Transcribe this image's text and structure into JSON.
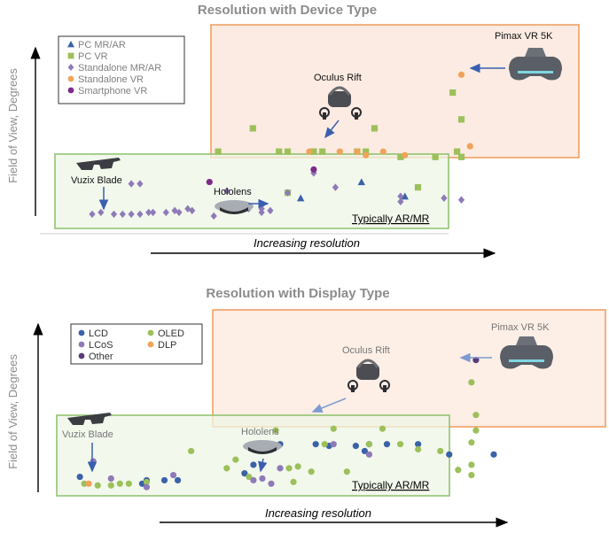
{
  "chart_data": [
    {
      "type": "scatter",
      "title": "Resolution with Device Type",
      "ylabel": "Field of View, Degrees",
      "xlabel": "Increasing resolution",
      "grid": false,
      "legend_position": "top-left",
      "colors": {
        "PC MR/AR": "#3a62a8",
        "PC VR": "#9cc05a",
        "Standalone MR/AR": "#8f7ab8",
        "Standalone VR": "#f0a35a",
        "Smartphone VR": "#7d2b8c"
      },
      "series": [
        {
          "name": "PC MR/AR",
          "marker": "triangle",
          "points": [
            [
              72,
              22
            ],
            [
              58,
              13
            ],
            [
              82,
              14
            ]
          ]
        },
        {
          "name": "PC VR",
          "marker": "square",
          "points": [
            [
              47,
              52
            ],
            [
              39,
              39
            ],
            [
              53,
              39
            ],
            [
              55,
              39
            ],
            [
              61,
              39
            ],
            [
              63,
              39
            ],
            [
              71,
              39
            ],
            [
              73,
              39
            ],
            [
              75,
              52
            ],
            [
              81,
              36
            ],
            [
              89,
              36
            ],
            [
              94,
              39
            ],
            [
              95,
              36
            ],
            [
              95,
              57
            ],
            [
              93,
              72
            ],
            [
              61,
              39
            ],
            [
              85,
              19
            ],
            [
              55,
              16
            ]
          ]
        },
        {
          "name": "Standalone MR/AR",
          "marker": "diamond",
          "points": [
            [
              10,
              4
            ],
            [
              12,
              5
            ],
            [
              15,
              4
            ],
            [
              17,
              4
            ],
            [
              19,
              4
            ],
            [
              21,
              4
            ],
            [
              23,
              5
            ],
            [
              24,
              5
            ],
            [
              27,
              5
            ],
            [
              29,
              6
            ],
            [
              33,
              6
            ],
            [
              38,
              3
            ],
            [
              46,
              7
            ],
            [
              49,
              9
            ],
            [
              49,
              7
            ],
            [
              49,
              5
            ],
            [
              51,
              6
            ],
            [
              55,
              16
            ],
            [
              61,
              27
            ],
            [
              66,
              19
            ],
            [
              81,
              11
            ],
            [
              81,
              14
            ],
            [
              91,
              13
            ],
            [
              95,
              12
            ],
            [
              19,
              21
            ],
            [
              21,
              21
            ],
            [
              41,
              17
            ],
            [
              41,
              8
            ],
            [
              32,
              7
            ],
            [
              30,
              5
            ]
          ]
        },
        {
          "name": "Standalone VR",
          "marker": "circle",
          "points": [
            [
              60,
              39
            ],
            [
              67,
              39
            ],
            [
              71,
              39
            ],
            [
              73,
              37
            ],
            [
              77,
              39
            ],
            [
              82,
              37
            ],
            [
              97,
              42
            ],
            [
              95,
              82
            ]
          ]
        },
        {
          "name": "Smartphone VR",
          "marker": "circle",
          "points": [
            [
              37,
              22
            ],
            [
              61,
              29
            ]
          ]
        }
      ],
      "annotations": [
        "Pimax VR 5K",
        "Oculus Rift",
        "Vuzix Blade",
        "Hololens",
        "Typically AR/MR"
      ]
    },
    {
      "type": "scatter",
      "title": "Resolution with Display Type",
      "ylabel": "Field of View, Degrees",
      "xlabel": "Increasing resolution",
      "grid": false,
      "legend_position": "top-left",
      "colors": {
        "LCD": "#3a62a8",
        "OLED": "#9cc05a",
        "LCoS": "#8f7ab8",
        "DLP": "#f0a35a",
        "Other": "#5a3a78"
      },
      "series": [
        {
          "name": "LCD",
          "points": [
            [
              6,
              9
            ],
            [
              20,
              5
            ],
            [
              21,
              7
            ],
            [
              25,
              7
            ],
            [
              28,
              7
            ],
            [
              43,
              11
            ],
            [
              45,
              16
            ],
            [
              51,
              28
            ],
            [
              59,
              28
            ],
            [
              62,
              27
            ],
            [
              68,
              27
            ],
            [
              70,
              24
            ],
            [
              71,
              28
            ],
            [
              75,
              28
            ],
            [
              82,
              28
            ],
            [
              89,
              22
            ],
            [
              99,
              22
            ]
          ]
        },
        {
          "name": "OLED",
          "points": [
            [
              7,
              5
            ],
            [
              10,
              4
            ],
            [
              13,
              4
            ],
            [
              15,
              5
            ],
            [
              17,
              5
            ],
            [
              21,
              6
            ],
            [
              31,
              24
            ],
            [
              41,
              19
            ],
            [
              45,
              28
            ],
            [
              50,
              36
            ],
            [
              55,
              15
            ],
            [
              58,
              12
            ],
            [
              61,
              28
            ],
            [
              63,
              37
            ],
            [
              66,
              12
            ],
            [
              71,
              28
            ],
            [
              74,
              37
            ],
            [
              78,
              28
            ],
            [
              82,
              25
            ],
            [
              87,
              24
            ],
            [
              91,
              13
            ],
            [
              94,
              10
            ],
            [
              94,
              16
            ],
            [
              94,
              29
            ],
            [
              95,
              36
            ],
            [
              95,
              45
            ],
            [
              94,
              64
            ],
            [
              54,
              6
            ],
            [
              44,
              9
            ],
            [
              53,
              14
            ],
            [
              39,
              14
            ]
          ]
        },
        {
          "name": "LCoS",
          "points": [
            [
              9,
              18
            ],
            [
              13,
              8
            ],
            [
              21,
              3
            ],
            [
              27,
              10
            ],
            [
              45,
              7
            ],
            [
              47,
              8
            ],
            [
              49,
              5
            ],
            [
              51,
              14
            ],
            [
              71,
              22
            ],
            [
              63,
              28
            ]
          ]
        },
        {
          "name": "DLP",
          "points": [
            [
              8,
              5
            ]
          ]
        },
        {
          "name": "Other",
          "points": [
            [
              95,
              77
            ]
          ]
        }
      ],
      "annotations": [
        "Pimax VR 5K",
        "Oculus Rift",
        "Vuzix Blade",
        "Hololens",
        "Typically AR/MR"
      ]
    }
  ]
}
